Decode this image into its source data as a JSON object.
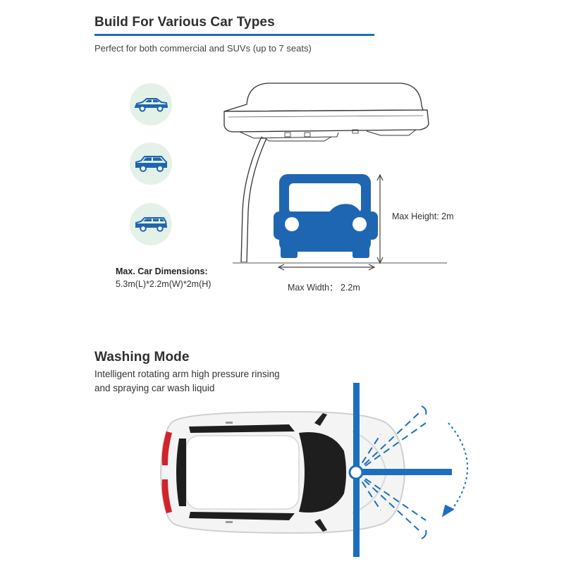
{
  "section1": {
    "title": "Build For Various Car Types",
    "subtitle": "Perfect for both commercial and SUVs (up to 7 seats)",
    "car_type_icons": [
      "sedan-icon",
      "suv-icon",
      "wagon-icon"
    ],
    "max_dimensions_label": "Max. Car Dimensions:",
    "max_dimensions_value": "5.3m(L)*2.2m(W)*2m(H)",
    "max_height": "Max Height: 2m",
    "max_width": "Max Width： 2.2m"
  },
  "section2": {
    "title": "Washing Mode",
    "description_line1": "Intelligent rotating arm high pressure rinsing",
    "description_line2": "and spraying car wash liquid"
  },
  "colors": {
    "accent_blue": "#1c6fbe",
    "icon_circle_bg": "#e4f1e8",
    "car_icon_blue": "#1f66b2",
    "rule_blue": "#1c6fbe"
  }
}
